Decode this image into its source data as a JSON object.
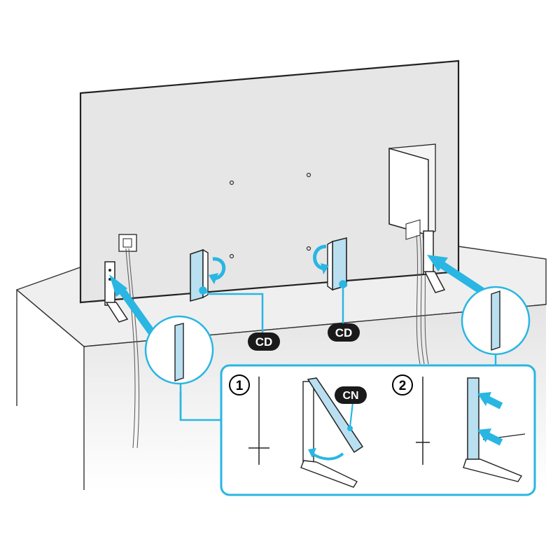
{
  "labels": {
    "cd_left": "CD",
    "cd_right": "CD",
    "cn": "CN"
  },
  "steps": {
    "step1": "1",
    "step2": "2"
  },
  "colors": {
    "accent": "#29b6e3",
    "cover_fill": "#b9dff0",
    "label_bg": "#1a1a1a",
    "tv_back": "#e6e6e6",
    "stand_box": "#d9d9d9"
  }
}
